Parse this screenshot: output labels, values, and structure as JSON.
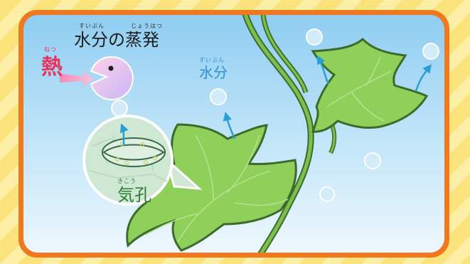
{
  "title": {
    "text": "水分の蒸発",
    "ruby_suibun": "すいぶん",
    "ruby_jouhatsu": "じょうはつ"
  },
  "heat_label": {
    "text": "熱",
    "ruby": "ねつ"
  },
  "water_label": {
    "text": "水分",
    "ruby": "すいぶん"
  },
  "stoma_label": {
    "text": "気孔",
    "ruby": "きこう"
  },
  "colors": {
    "frame": "#f0781e",
    "background_stripes": "#fbe27a",
    "sky": "#8fcdf2",
    "leaf": "#8fd05a",
    "leaf_outline": "#3b6a2a",
    "arrow": "#2a9fd6",
    "heat_text": "#e8335f",
    "water_text": "#2a8fd6",
    "stoma_text": "#2e7d32"
  }
}
